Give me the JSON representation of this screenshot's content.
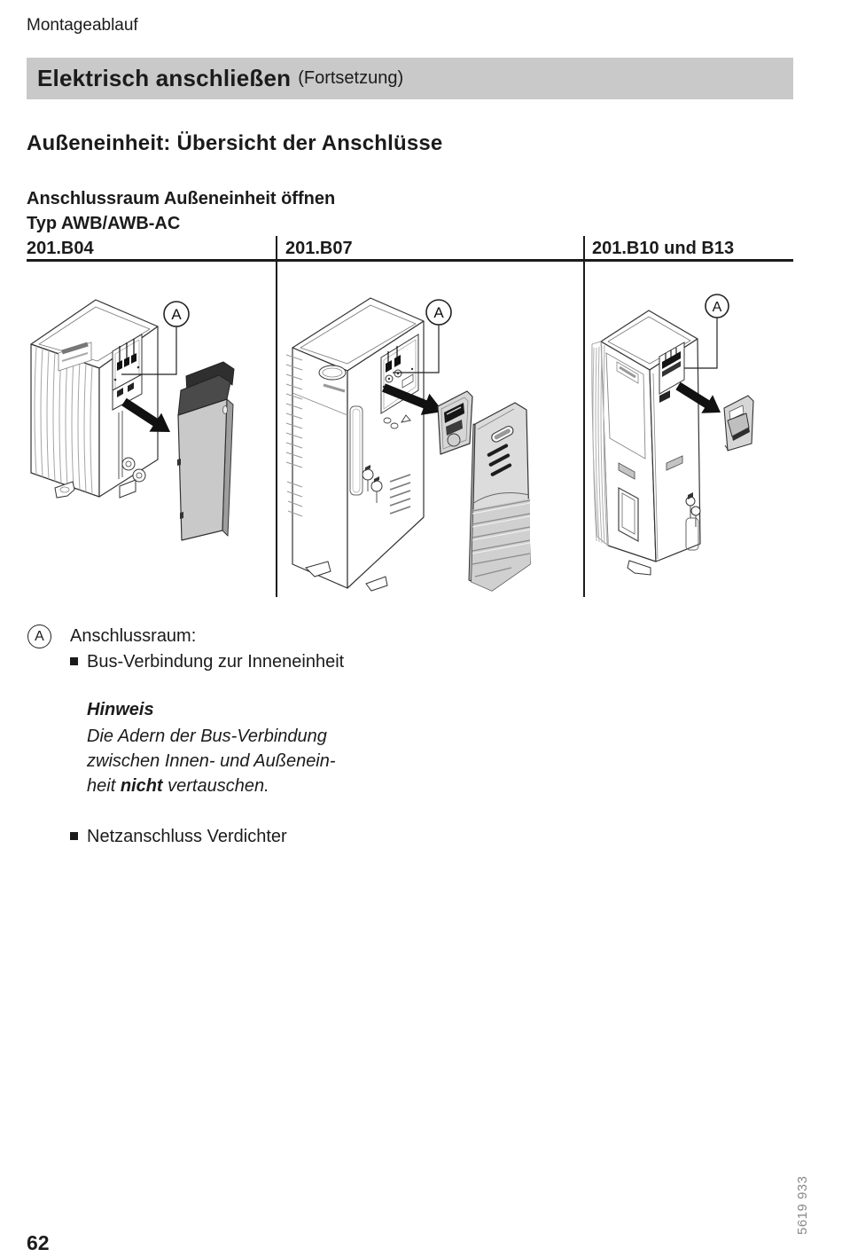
{
  "page": {
    "breadcrumb": "Montageablauf",
    "page_number": "62",
    "doc_number": "5619 933"
  },
  "banner": {
    "title": "Elektrisch anschließen",
    "suffix": "(Fortsetzung)"
  },
  "section": {
    "heading": "Außeneinheit: Übersicht der Anschlüsse",
    "subheading": "Anschlussraum Außeneinheit öffnen",
    "type_line": "Typ AWB/AWB-AC"
  },
  "figure": {
    "columns": [
      {
        "label": "201.B04",
        "marker": "A"
      },
      {
        "label": "201.B07",
        "marker": "A"
      },
      {
        "label": "201.B10 und B13",
        "marker": "A"
      }
    ]
  },
  "legend": {
    "marker": "A",
    "title": "Anschlussraum:",
    "bullet1": "Bus-Verbindung zur Inneneinheit",
    "bullet2": "Netzanschluss Verdichter",
    "note": {
      "title": "Hinweis",
      "line1": "Die Adern der Bus-Verbindung",
      "line2": "zwischen Innen- und Außenein-",
      "line3_pre": "heit ",
      "line3_bold": "nicht",
      "line3_post": " vertauschen."
    }
  },
  "colors": {
    "banner_bg": "#c9c9c9",
    "text": "#1b1b1b",
    "cover_gray": "#c9c9c9",
    "doc_number_gray": "#8a8a8a"
  }
}
